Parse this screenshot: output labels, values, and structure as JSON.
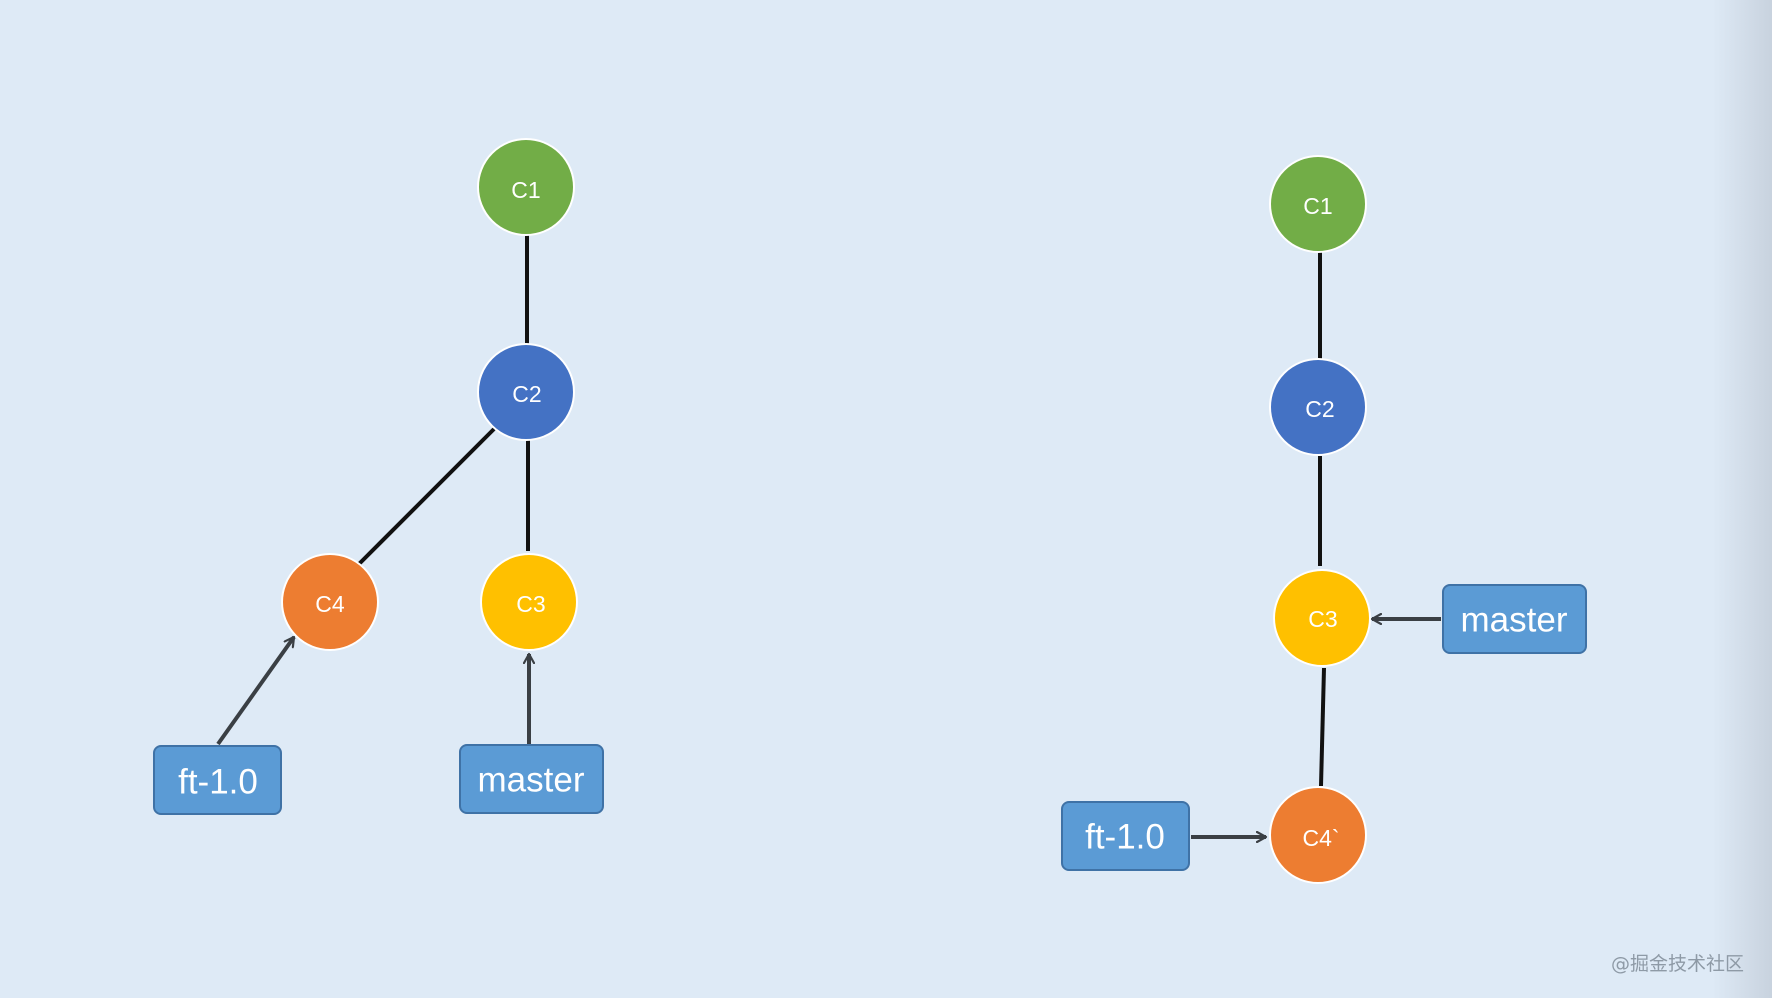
{
  "colors": {
    "background": "#deeaf6",
    "green": "#72ad47",
    "blue": "#4472c4",
    "orange": "#ed7d31",
    "yellow": "#ffc000",
    "label_fill": "#5b9bd5",
    "label_border": "#3f72a6",
    "line": "#111111",
    "arrow": "#3a3f44"
  },
  "left_graph": {
    "nodes": {
      "c1": "C1",
      "c2": "C2",
      "c3": "C3",
      "c4": "C4"
    },
    "labels": {
      "ft": "ft-1.0",
      "master": "master"
    }
  },
  "right_graph": {
    "nodes": {
      "c1": "C1",
      "c2": "C2",
      "c3": "C3",
      "c4": "C4`"
    },
    "labels": {
      "ft": "ft-1.0",
      "master": "master"
    }
  },
  "watermark": "@掘金技术社区"
}
